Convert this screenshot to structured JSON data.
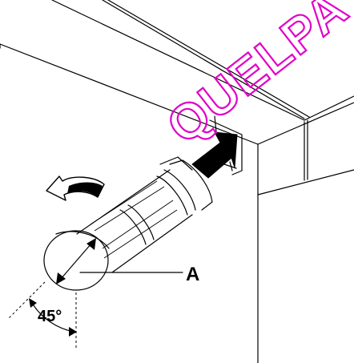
{
  "callout_label": "A",
  "angle_label": "45°",
  "watermark_text": "QUELPA",
  "colors": {
    "line": "#000000",
    "arrow_fill": "#000000",
    "watermark": "#e000c8",
    "background": "#ffffff"
  },
  "icons": {
    "insert_arrow": "arrow-into-slot-icon",
    "rotate_arrow": "curved-rotation-arrow-icon",
    "diameter_arrow": "double-headed-arrow-icon"
  }
}
